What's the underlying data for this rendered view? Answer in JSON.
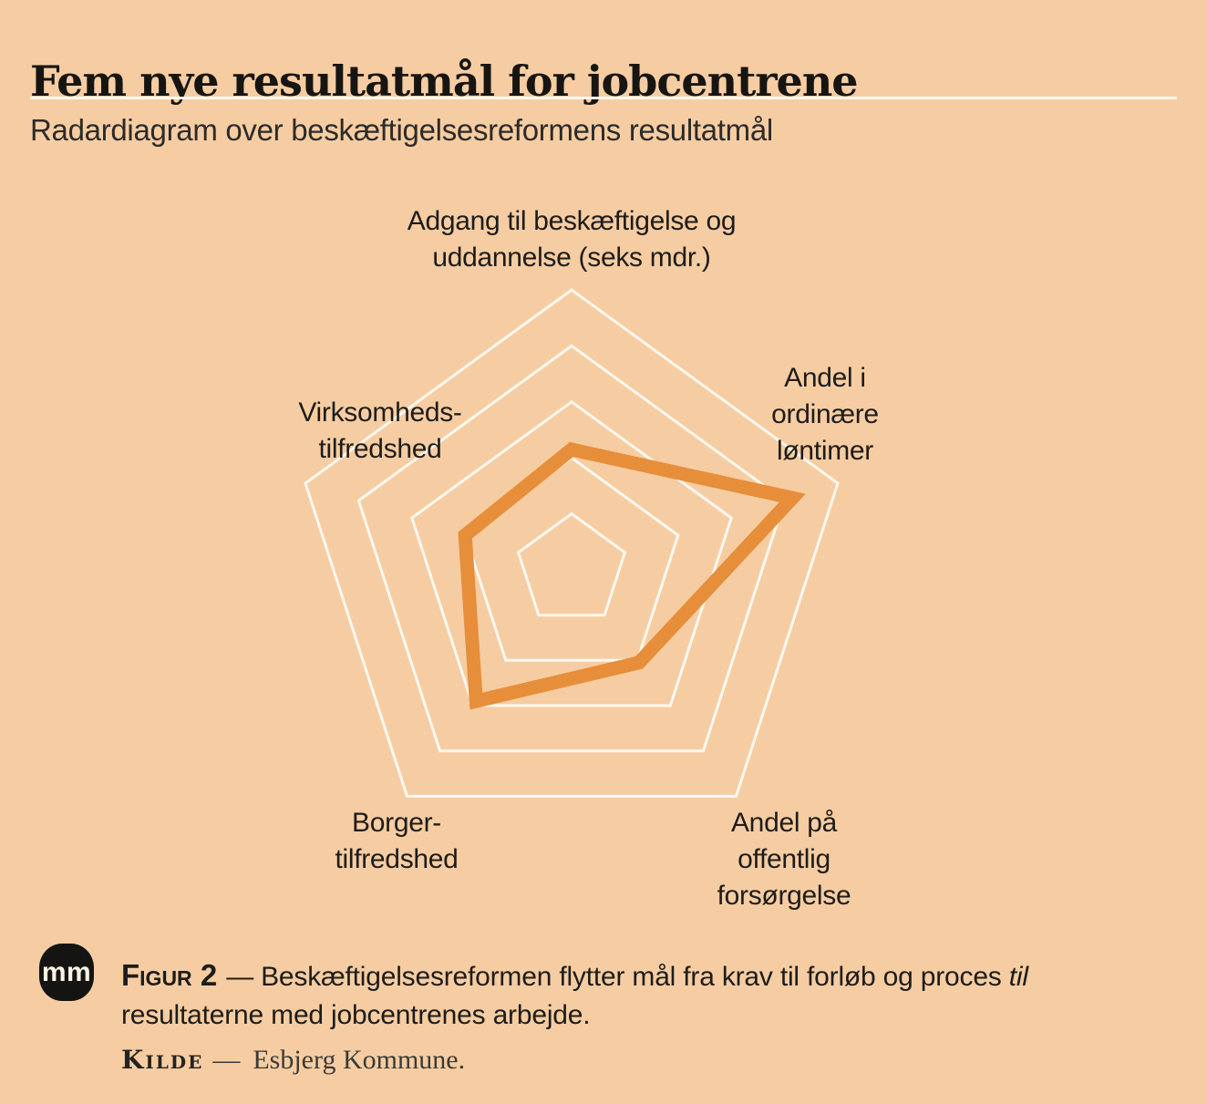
{
  "colors": {
    "background": "#f6cda2",
    "grid": "#fdf8f0",
    "series": "#e78e3b",
    "text": "#1d1c1a",
    "logo_bg": "#141413"
  },
  "header": {
    "title": "Fem nye resultatmål for jobcentrene",
    "subtitle": "Radardiagram over beskæftigelsesreformens resultatmål"
  },
  "chart_data": {
    "type": "radar",
    "description": "Pentagon radar chart, five axes, one orange series, five white grid rings at 20/40/60/80/100% of max radius; no numeric tick labels shown",
    "axes": [
      {
        "id": "top",
        "label": "Adgang til beskæftigelse og\nuddannelse (seks mdr.)",
        "value": 0.43
      },
      {
        "id": "upper-right",
        "label": "Andel i\nordinære\nløntimer",
        "value": 0.83
      },
      {
        "id": "lower-right",
        "label": "Andel på\noffentlig\nforsørgelse",
        "value": 0.41
      },
      {
        "id": "lower-left",
        "label": "Borger-\ntilfredshed",
        "value": 0.58
      },
      {
        "id": "upper-left",
        "label": "Virksomheds-\ntilfredshed",
        "value": 0.4
      }
    ],
    "rings": [
      0.2,
      0.4,
      0.6,
      0.8,
      1.0
    ],
    "max": 1.0,
    "legend": "none",
    "series_color": "#e78e3b",
    "grid_color": "#fdf8f0"
  },
  "footer": {
    "logo_text": "mm",
    "figure_label": "Figur 2",
    "caption_line1": "— Beskæftigelsesreformen flytter mål fra krav til forløb og proces ",
    "caption_line1_italic": "til",
    "caption_line2": "resultaterne med jobcentrenes arbejde.",
    "source_label": "Kilde",
    "source_dash": "—",
    "source_text": "Esbjerg Kommune."
  }
}
